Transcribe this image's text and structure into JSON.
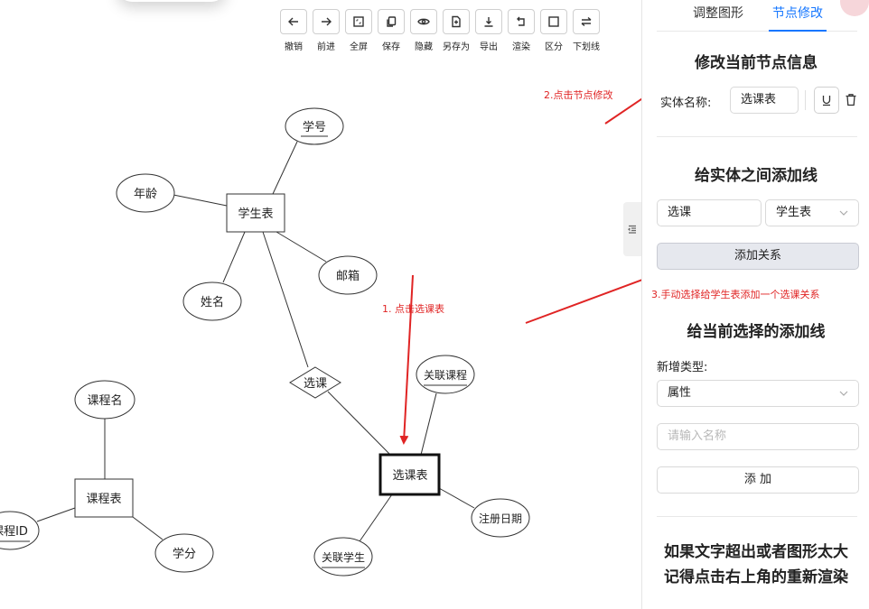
{
  "toolbar": {
    "buttons": [
      {
        "label": "撤销",
        "icon": "arrow-left-icon"
      },
      {
        "label": "前进",
        "icon": "arrow-right-icon"
      },
      {
        "label": "全屏",
        "icon": "fullscreen-icon"
      },
      {
        "label": "保存",
        "icon": "copy-icon"
      },
      {
        "label": "隐藏",
        "icon": "eye-icon"
      },
      {
        "label": "另存为",
        "icon": "file-plus-icon"
      },
      {
        "label": "导出",
        "icon": "download-icon"
      },
      {
        "label": "渲染",
        "icon": "undo-arrow-icon"
      },
      {
        "label": "区分",
        "icon": "square-icon"
      },
      {
        "label": "下划线",
        "icon": "swap-icon"
      }
    ]
  },
  "diagram": {
    "entities": {
      "student": "学生表",
      "course": "课程表",
      "selection": "选课表"
    },
    "relationship": "选课",
    "attributes": {
      "student_no": "学号",
      "age": "年龄",
      "name": "姓名",
      "email": "邮箱",
      "course_name": "课程名",
      "course_id": "课程ID",
      "credit": "学分",
      "linked_course": "关联课程",
      "linked_student": "关联学生",
      "reg_date": "注册日期"
    }
  },
  "annotations": {
    "step1": "1. 点击选课表",
    "step2": "2.点击节点修改",
    "step3": "3.手动选择给学生表添加一个选课关系"
  },
  "sidebar": {
    "tabs": [
      "调整图形",
      "节点修改"
    ],
    "active_tab": "节点修改",
    "modify": {
      "title": "修改当前节点信息",
      "entity_label": "实体名称:",
      "entity_value": "选课表"
    },
    "link": {
      "title": "给实体之间添加线",
      "relation_value": "选课",
      "target_value": "学生表",
      "add_button": "添加关系"
    },
    "add_line": {
      "title": "给当前选择的添加线",
      "type_label": "新增类型:",
      "type_value": "属性",
      "name_placeholder": "请输入名称",
      "add_button": "添 加"
    },
    "note_line1": "如果文字超出或者图形太大",
    "note_line2": "记得点击右上角的重新渲染"
  },
  "colors": {
    "accent": "#1677ff",
    "annotation": "#e02424"
  }
}
